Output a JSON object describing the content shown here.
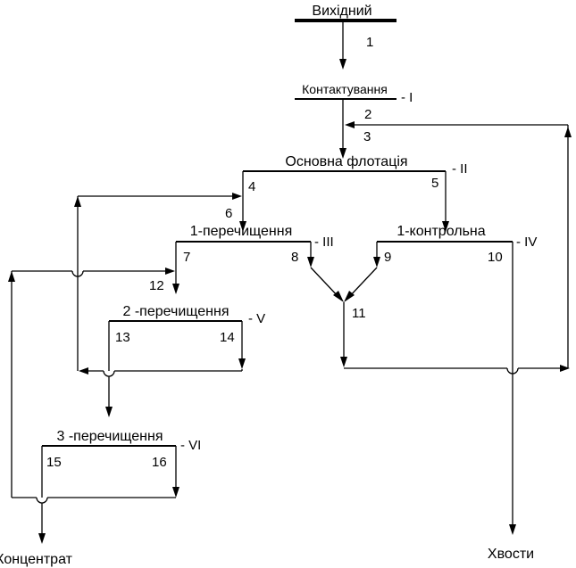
{
  "input_label": "Вихідний",
  "operations": {
    "contacting": {
      "name": "Контактування",
      "roman": "- I"
    },
    "main_flotation": {
      "name": "Основна  флотація",
      "roman": "- II"
    },
    "cleaning_1": {
      "name": "1-перечищення",
      "roman": "- III"
    },
    "control_1": {
      "name": "1-контрольна",
      "roman": "- IV"
    },
    "cleaning_2": {
      "name": "2 -перечищення",
      "roman": "- V"
    },
    "cleaning_3": {
      "name": "3 -перечищення",
      "roman": "- VI"
    }
  },
  "streams": {
    "s1": "1",
    "s2": "2",
    "s3": "3",
    "s4": "4",
    "s5": "5",
    "s6": "6",
    "s7": "7",
    "s8": "8",
    "s9": "9",
    "s10": "10",
    "s11": "11",
    "s12": "12",
    "s13": "13",
    "s14": "14",
    "s15": "15",
    "s16": "16"
  },
  "outputs": {
    "concentrate": "Концентрат",
    "tailings": "Хвости"
  }
}
